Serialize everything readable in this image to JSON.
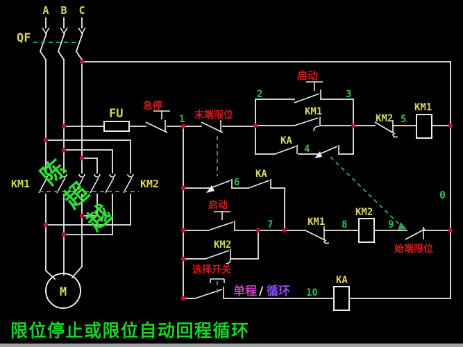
{
  "bottom_title": "限位停止或限位自动回程循环",
  "phases": {
    "a": "A",
    "b": "B",
    "c": "C"
  },
  "labels": {
    "qf": "QF",
    "fu": "FU",
    "estop": "急停",
    "end_limit": "末端限位",
    "start_top": "启动",
    "start_mid": "启动",
    "km1_main": "KM1",
    "km2_main": "KM2",
    "km1_hold": "KM1",
    "km1_coil": "KM1",
    "km1_nc": "KM1",
    "km2_interlock": "KM2",
    "km2_coil": "KM2",
    "km2_aux": "KM2",
    "ka_top": "KA",
    "ka_mid": "KA",
    "ka_coil": "KA",
    "selector": "选择开关",
    "mode_single": "单程",
    "mode_slash": "/",
    "mode_cycle": "循环",
    "start_limit": "始端限位",
    "motor": "M"
  },
  "nodes": {
    "0": "0",
    "1": "1",
    "2": "2",
    "3": "3",
    "4": "4",
    "5": "5",
    "6": "6",
    "7": "7",
    "8": "8",
    "9": "9",
    "10": "10"
  },
  "watermark": {
    "char1": "陈",
    "char2": "超",
    "char3": "越"
  },
  "colors": {
    "background": "#000000",
    "wire": "#ededed",
    "label_red": "#d01d1d",
    "label_yellow": "#d8d85a",
    "node_green": "#2fbf52",
    "title_green": "#16d422",
    "mechanical_link_green": "#2f9e63",
    "junction_dot_red": "#c11236",
    "mode_single_magenta": "#c73fc7",
    "mode_cycle_violet": "#8a4bf0",
    "watermark_green": "#35e83c"
  }
}
